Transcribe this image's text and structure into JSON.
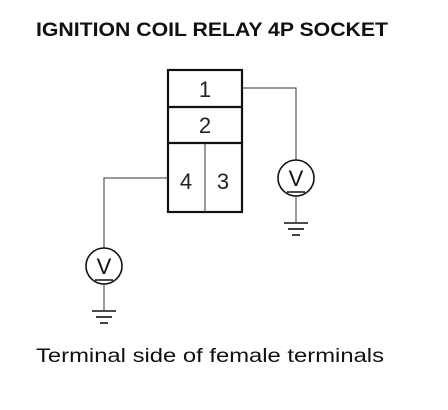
{
  "title": "IGNITION COIL RELAY 4P SOCKET",
  "caption": "Terminal side of female terminals",
  "connector": {
    "terminals": [
      "1",
      "2",
      "4",
      "3"
    ]
  },
  "meters": {
    "left_symbol": "V",
    "right_symbol": "V"
  }
}
